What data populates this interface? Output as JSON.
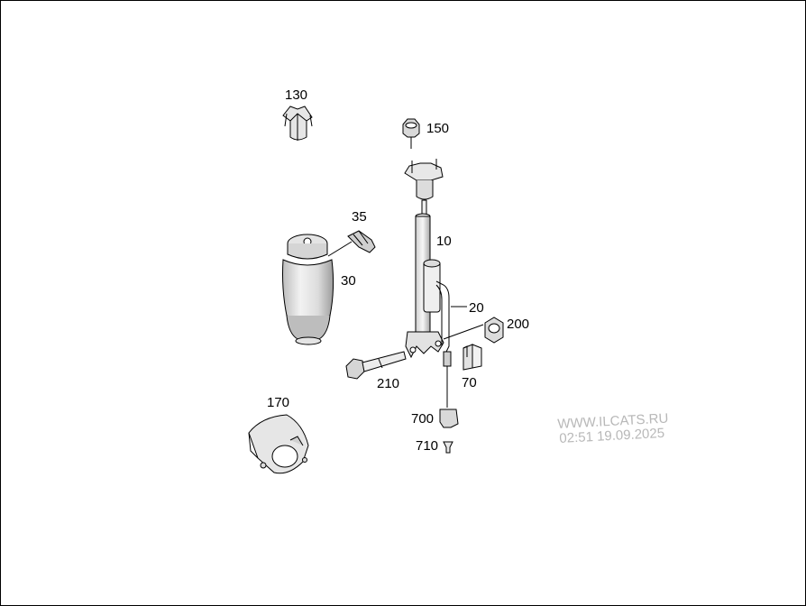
{
  "callouts": {
    "p130": "130",
    "p150": "150",
    "p35": "35",
    "p10": "10",
    "p30": "30",
    "p20": "20",
    "p200": "200",
    "p210": "210",
    "p70": "70",
    "p170": "170",
    "p700": "700",
    "p710": "710"
  },
  "watermark": {
    "site": "WWW.ILCATS.RU",
    "timestamp": "02:51 19.09.2025"
  },
  "colors": {
    "line": "#000000",
    "shade": "#d9d9d9",
    "watermark": "#b8b8b8"
  }
}
